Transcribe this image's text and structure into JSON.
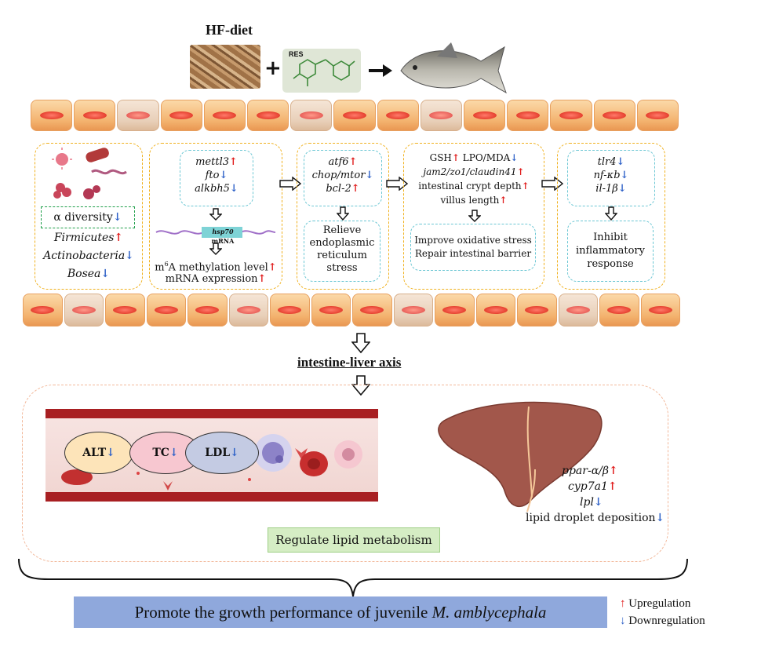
{
  "top": {
    "diet_label": "HF-diet",
    "plus": "+",
    "res_label": "RES",
    "arrow": "➔"
  },
  "microbiota": {
    "alpha": "α diversity",
    "firmicutes": "Firmicutes",
    "actino": "Actinobacteria",
    "bosea": "Bosea"
  },
  "m6a": {
    "genes": [
      "mettl3",
      "fto",
      "alkbh5"
    ],
    "hsp70": "hsp70",
    "hsp70_suffix": " mRNA",
    "level_pre": "m",
    "level_sup": "6",
    "level_post": "A methylation level",
    "expr": "mRNA expression"
  },
  "er": {
    "genes": [
      "atf6",
      "chop/mtor",
      "bcl-2"
    ],
    "result": [
      "Relieve",
      "endoplasmic",
      "reticulum",
      "stress"
    ]
  },
  "barrier": {
    "gsh": "GSH",
    "lpo": "LPO/MDA",
    "tj": "jam2/zo1/claudin41",
    "crypt": "intestinal crypt depth",
    "villus": "villus length",
    "result": [
      "Improve oxidative stress",
      "Repair intestinal barrier"
    ]
  },
  "inflam": {
    "genes": [
      "tlr4",
      "nf-κb",
      "il-1β"
    ],
    "result": [
      "Inhibit",
      "inflammatory",
      "response"
    ]
  },
  "axis_label": "intestine-liver axis",
  "blood": {
    "alt": "ALT",
    "tc": "TC",
    "ldl": "LDL"
  },
  "liver": {
    "ppar": "ppar-α/β",
    "cyp": "cyp7a1",
    "lpl": "lpl",
    "lipid": "lipid droplet deposition"
  },
  "lipid_box": "Regulate lipid metabolism",
  "growth": {
    "pre": "Promote the growth performance of juvenile ",
    "species": "M. amblycephala"
  },
  "legend": {
    "up": "Upregulation",
    "down": "Downregulation"
  },
  "colors": {
    "up": "#e01b1b",
    "down": "#2f62c8",
    "growth_bg": "#8fa8dc",
    "lipid_bg": "#d5edc4"
  }
}
